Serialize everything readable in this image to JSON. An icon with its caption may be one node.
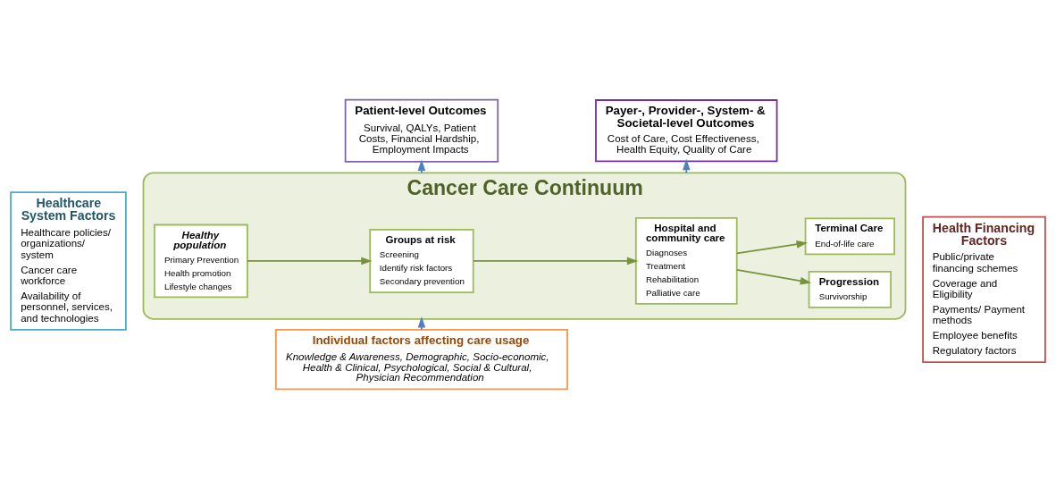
{
  "diagram": {
    "nodes": [
      {
        "text": [
          "Individual factors affecting care usage",
          "Knowledge & Awareness, Demographic, Socio-economic, Health & Clinical, Psychological, Social & Cultural, Physician Recommendation"
        ]
      },
      {
        "text": [
          "Cancer Care Continuum"
        ]
      },
      {
        "text": [
          "Healthy population",
          "Primary Prevention",
          "Health promotion",
          "Lifestyle changes"
        ],
        "in": 1
      },
      {
        "text": [
          "Groups at risk",
          "Screening",
          "Identify risk factors",
          "Secondary prevention"
        ],
        "in": 1
      },
      {
        "text": [
          "Hospital and community care",
          "Diagnoses",
          "Treatment",
          "Rehabilitation",
          "Palliative care"
        ],
        "in": 1
      },
      {
        "text": [
          "Progression",
          "Survivorship"
        ],
        "in": 1
      },
      {
        "text": [
          "Terminal Care",
          "End-of-life care"
        ],
        "in": 1
      },
      {
        "text": [
          "Healthcare System Factors",
          "Healthcare policies/ organizations/ system",
          "Cancer care workforce",
          "Availability of personnel, services, and technologies"
        ]
      },
      {
        "text": [
          "Health Financing Factors",
          "Public/private financing schemes",
          "Coverage and Eligibility",
          "Payments/ Payment methods",
          "Employee benefits",
          "Regulatory factors"
        ]
      },
      {
        "text": [
          "Patient-level Outcomes",
          "Survival, QALYs, Patient Costs, Financial Hardship, Employment Impacts"
        ]
      },
      {
        "text": [
          "Payer-, Provider-, System- & Societal-level Outcomes",
          "Cost of Care, Cost Effectiveness, Health Equity, Quality of Care"
        ]
      }
    ],
    "edges": [
      {
        "from": 0,
        "to": 1,
        "arrow": "to",
        "color": "#4f81bd"
      },
      {
        "from": 2,
        "to": 3,
        "arrow": "to"
      },
      {
        "from": 3,
        "to": 4,
        "arrow": "to"
      },
      {
        "from": 4,
        "to": 5,
        "arrow": "to"
      },
      {
        "from": 4,
        "to": 6,
        "arrow": "to"
      },
      {
        "from": 1,
        "to": 9,
        "arrow": "to",
        "color": "#4f81bd"
      },
      {
        "from": 1,
        "to": 10,
        "arrow": "to",
        "color": "#4f81bd"
      }
    ]
  }
}
